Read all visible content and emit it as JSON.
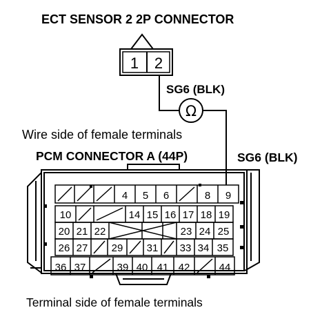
{
  "titles": {
    "ect_connector": "ECT SENSOR 2 2P CONNECTOR",
    "wire_color_top": "SG6 (BLK)",
    "wire_side_note": "Wire side of female terminals",
    "pcm_connector": "PCM CONNECTOR A (44P)",
    "wire_color_right": "SG6 (BLK)",
    "terminal_side_note": "Terminal side of female terminals"
  },
  "ect_pins": [
    "1",
    "2"
  ],
  "ohmmeter_symbol": "Ω",
  "pcm_pins": {
    "row1": [
      "",
      "",
      "",
      "4",
      "5",
      "6",
      "",
      "8",
      "9"
    ],
    "row2": [
      "10",
      "",
      "",
      "14",
      "15",
      "16",
      "17",
      "18",
      "19"
    ],
    "row3": [
      "20",
      "21",
      "22",
      "",
      "",
      "",
      "23",
      "24",
      "25"
    ],
    "row4": [
      "26",
      "27",
      "",
      "29",
      "",
      "31",
      "",
      "33",
      "34",
      "35"
    ],
    "row5": [
      "36",
      "37",
      "",
      "39",
      "40",
      "41",
      "42",
      "",
      "44"
    ]
  },
  "icons": {
    "meter": "ohmmeter-icon"
  }
}
